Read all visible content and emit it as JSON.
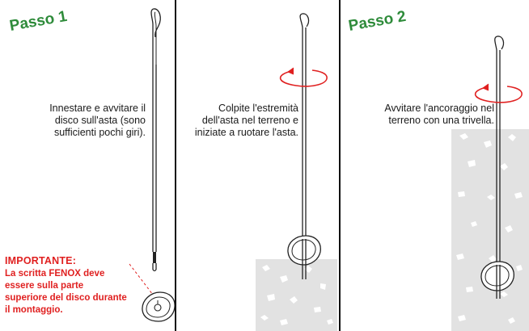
{
  "steps": {
    "step1_title": "Passo 1",
    "step2_title": "Passo 2"
  },
  "instructions": {
    "panel1": "Innestare e avvitare il disco sull'asta (sono sufficienti pochi giri).",
    "panel2": "Colpite l'estremità dell'asta nel terreno e iniziate a ruotare l'asta.",
    "panel3": "Avvitare l'ancoraggio nel terreno con una trivella."
  },
  "important": {
    "heading": "IMPORTANTE:",
    "text": "La scritta FENOX deve essere sulla parte superiore del disco durante il montaggio."
  },
  "colors": {
    "title_green": "#2e8b3a",
    "arrow_red": "#e02020",
    "ground_gray": "#e2e2e2",
    "divider": "#111111"
  }
}
